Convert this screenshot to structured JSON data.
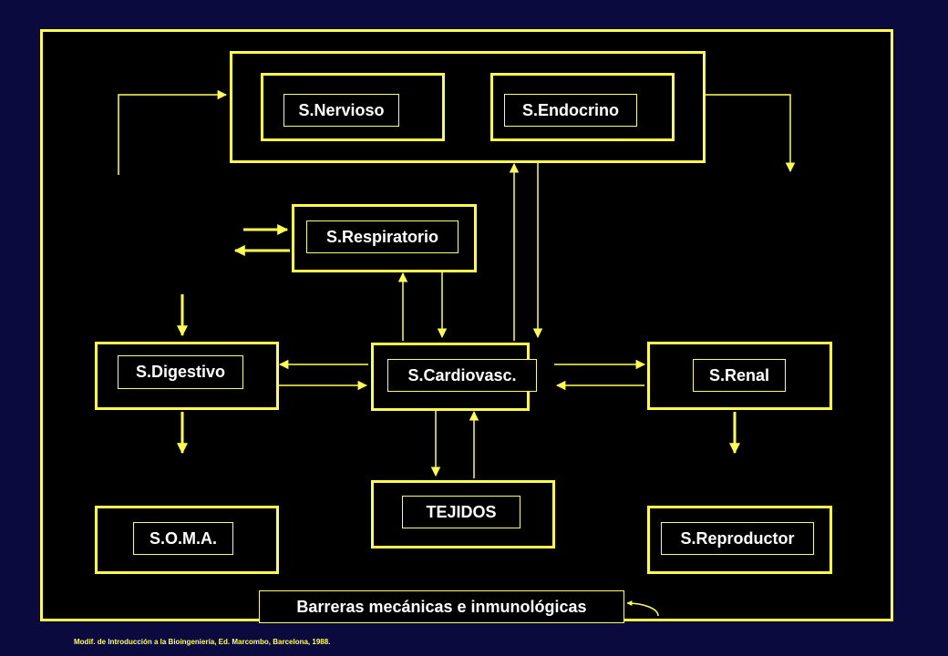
{
  "colors": {
    "background": "#0a0a3e",
    "frame": "#ffff4d",
    "box_fill": "#000000",
    "text": "#ffffff"
  },
  "labels": {
    "nervioso": "S.Nervioso",
    "endocrino": "S.Endocrino",
    "respiratorio": "S.Respiratorio",
    "digestivo": "S.Digestivo",
    "cardiovasc": "S.Cardiovasc.",
    "renal": "S.Renal",
    "tejidos": "TEJIDOS",
    "soma": "S.O.M.A.",
    "reproductor": "S.Reproductor",
    "barreras": "Barreras mecánicas e inmunológicas"
  },
  "caption": "Modif. de Introducción a la Bioingeniería, Ed. Marcombo, Barcelona, 1988."
}
